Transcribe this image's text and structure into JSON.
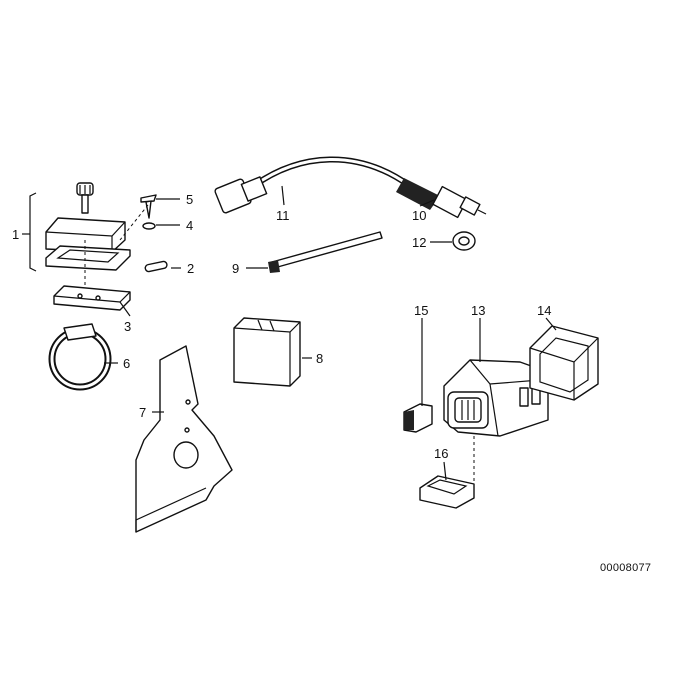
{
  "diagram": {
    "id": "00008077",
    "callouts": [
      "1",
      "2",
      "3",
      "4",
      "5",
      "6",
      "7",
      "8",
      "9",
      "10",
      "11",
      "12",
      "13",
      "14",
      "15",
      "16"
    ]
  }
}
